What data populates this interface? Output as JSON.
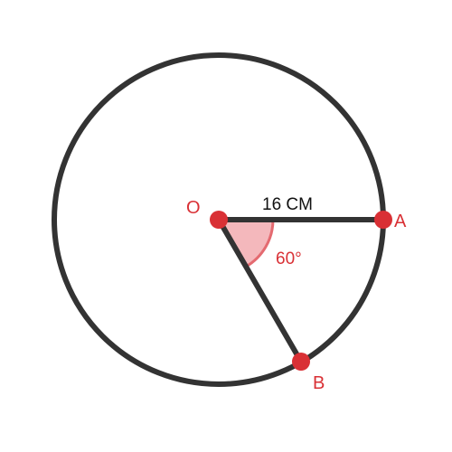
{
  "diagram": {
    "points": {
      "center": {
        "label": "O"
      },
      "a": {
        "label": "A"
      },
      "b": {
        "label": "B"
      }
    },
    "radius_label": "16 CM",
    "angle_label": "60°",
    "angle_degrees": 60,
    "colors": {
      "stroke": "#333333",
      "point": "#d93035",
      "label": "#d93035",
      "angle_fill": "#f4b8bc",
      "angle_stroke": "#e46a70",
      "measure_text": "#111111"
    }
  }
}
